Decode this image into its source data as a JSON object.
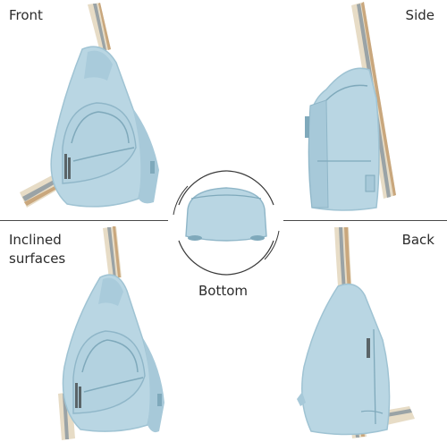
{
  "labels": {
    "front": "Front",
    "side": "Side",
    "inclined_line1": "Inclined",
    "inclined_line2": "surfaces",
    "back": "Back",
    "bottom": "Bottom"
  },
  "colors": {
    "bag_body": "#b9d6e3",
    "bag_shade": "#9fc3d3",
    "bag_dark": "#7fa9bb",
    "strap_cream": "#e7dcc6",
    "strap_grey": "#9aa3a6",
    "strap_tan": "#c9a77d",
    "zipper": "#5a6468",
    "divider": "#4a4a4a"
  }
}
